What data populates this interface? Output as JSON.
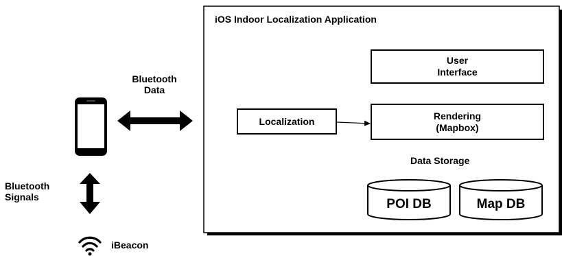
{
  "app": {
    "title": "iOS Indoor Localization Application"
  },
  "boxes": {
    "user_interface": [
      "User",
      "Interface"
    ],
    "rendering": [
      "Rendering",
      "(Mapbox)"
    ],
    "localization": "Localization"
  },
  "storage": {
    "title": "Data Storage",
    "poi_db": "POI DB",
    "map_db": "Map DB"
  },
  "labels": {
    "bluetooth_data": [
      "Bluetooth",
      "Data"
    ],
    "bluetooth_signals": [
      "Bluetooth",
      "Signals"
    ],
    "ibeacon": "iBeacon"
  },
  "icons": {
    "phone": "smartphone-icon",
    "beacon": "wifi-signal-icon"
  },
  "colors": {
    "stroke": "#000000",
    "background": "#ffffff",
    "phone_screen": "#ffffff"
  }
}
